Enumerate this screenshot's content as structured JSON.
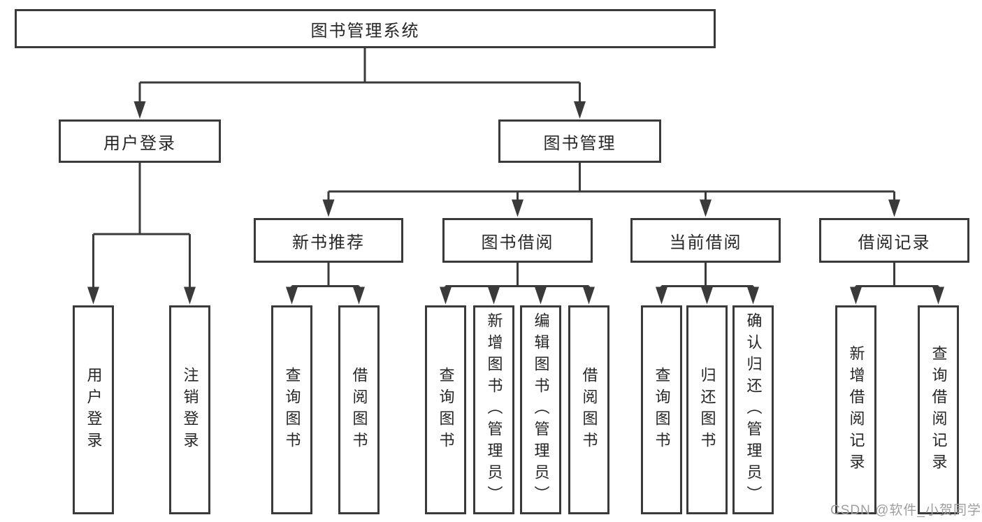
{
  "diagram": {
    "root": {
      "label": "图书管理系统",
      "children": [
        {
          "label": "用户登录",
          "children": [
            {
              "label": "用户登录"
            },
            {
              "label": "注销登录"
            }
          ]
        },
        {
          "label": "图书管理",
          "children": [
            {
              "label": "新书推荐",
              "children": [
                {
                  "label": "查询图书"
                },
                {
                  "label": "借阅图书"
                }
              ]
            },
            {
              "label": "图书借阅",
              "children": [
                {
                  "label": "查询图书"
                },
                {
                  "label": "新增图书（管理员）"
                },
                {
                  "label": "编辑图书（管理员）"
                },
                {
                  "label": "借阅图书"
                }
              ]
            },
            {
              "label": "当前借阅",
              "children": [
                {
                  "label": "查询图书"
                },
                {
                  "label": "归还图书"
                },
                {
                  "label": "确认归还（管理员）"
                }
              ]
            },
            {
              "label": "借阅记录",
              "children": [
                {
                  "label": "新增借阅记录"
                },
                {
                  "label": "查询借阅记录"
                }
              ]
            }
          ]
        }
      ]
    }
  },
  "watermark": {
    "text": "CSDN @软件_小贺同学"
  },
  "colors": {
    "line": "#3a3a3a",
    "text": "#262626",
    "watermark": "#9e9e9e",
    "background": "#ffffff"
  }
}
